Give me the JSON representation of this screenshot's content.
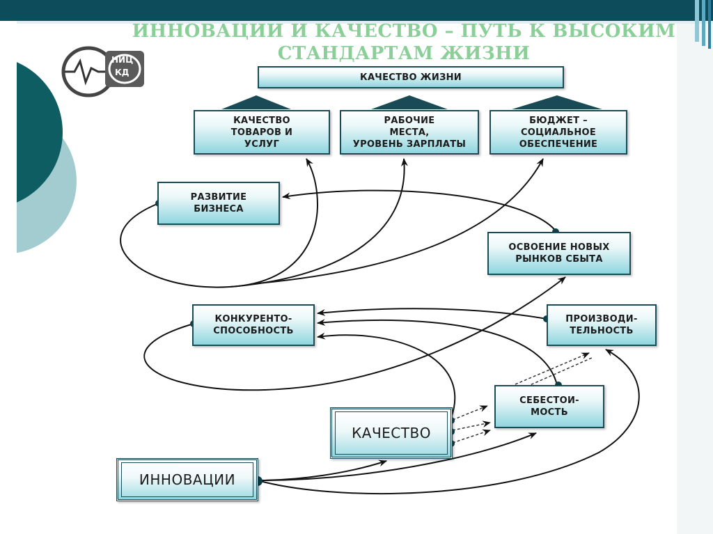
{
  "title": {
    "line1": "ИННОВАЦИИ И КАЧЕСТВО – ПУТЬ К ВЫСОКИМ",
    "line2": "СТАНДАРТАМ ЖИЗНИ"
  },
  "logo": {
    "text_top": "НИЦ",
    "text_bottom": "КД"
  },
  "nodes": {
    "quality_of_life": "КАЧЕСТВО ЖИЗНИ",
    "goods_quality": "КАЧЕСТВО\nТОВАРОВ И\nУСЛУГ",
    "jobs": "РАБОЧИЕ\nМЕСТА,\nУРОВЕНЬ ЗАРПЛАТЫ",
    "budget": "БЮДЖЕТ –\nСОЦИАЛЬНОЕ\nОБЕСПЕЧЕНИЕ",
    "business": "РАЗВИТИЕ\nБИЗНЕСА",
    "markets": "ОСВОЕНИЕ НОВЫХ\nРЫНКОВ СБЫТА",
    "competitiveness": "КОНКУРЕНТО-\nСПОСОБНОСТЬ",
    "productivity": "ПРОИЗВОДИ-\nТЕЛЬНОСТЬ",
    "cost": "СЕБЕСТОИ-\nМОСТЬ",
    "quality": "КАЧЕСТВО",
    "innovations": "ИННОВАЦИИ"
  },
  "colors": {
    "header": "#0d4c5b",
    "title": "#8bcf98",
    "box_border": "#1a4a55",
    "box_fill": "#8fd6df",
    "circle_dark": "#0e5d63",
    "circle_light": "#a3ccd0",
    "arrow": "#111111"
  }
}
